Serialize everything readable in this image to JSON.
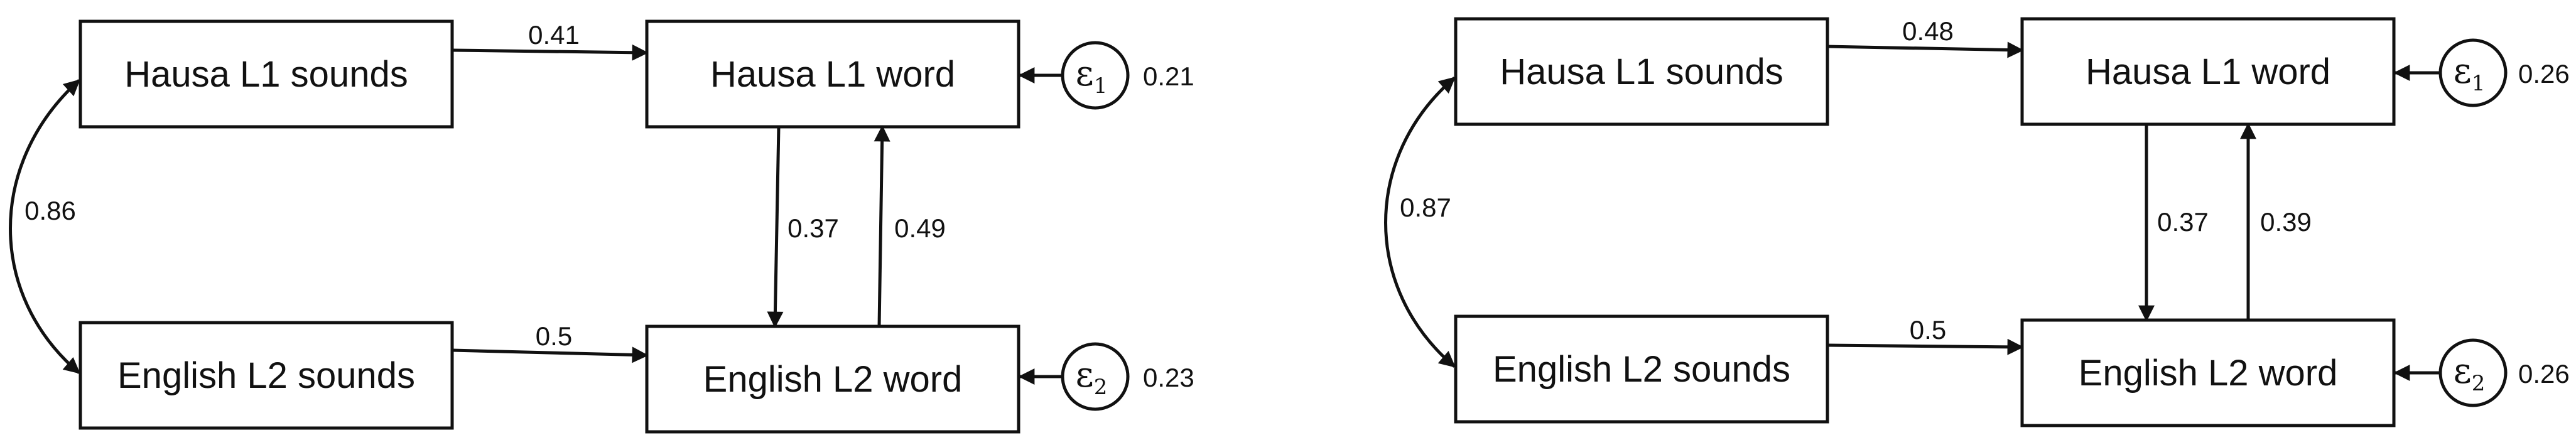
{
  "panels": [
    {
      "nodes": {
        "hausa_sounds": "Hausa L1 sounds",
        "english_sounds": "English L2 sounds",
        "hausa_word": "Hausa L1 word",
        "english_word": "English L2 word"
      },
      "errors": {
        "e1": {
          "symbol": "ε",
          "sub": "1",
          "value": "0.21"
        },
        "e2": {
          "symbol": "ε",
          "sub": "2",
          "value": "0.23"
        }
      },
      "paths": {
        "hausa_sounds_to_word": "0.41",
        "english_sounds_to_word": "0.5",
        "sounds_correlation": "0.86",
        "hausa_word_to_english_word": "0.37",
        "english_word_to_hausa_word": "0.49"
      }
    },
    {
      "nodes": {
        "hausa_sounds": "Hausa L1 sounds",
        "english_sounds": "English L2 sounds",
        "hausa_word": "Hausa L1 word",
        "english_word": "English L2 word"
      },
      "errors": {
        "e1": {
          "symbol": "ε",
          "sub": "1",
          "value": "0.26"
        },
        "e2": {
          "symbol": "ε",
          "sub": "2",
          "value": "0.26"
        }
      },
      "paths": {
        "hausa_sounds_to_word": "0.48",
        "english_sounds_to_word": "0.5",
        "sounds_correlation": "0.87",
        "hausa_word_to_english_word": "0.37",
        "english_word_to_hausa_word": "0.39"
      }
    }
  ]
}
